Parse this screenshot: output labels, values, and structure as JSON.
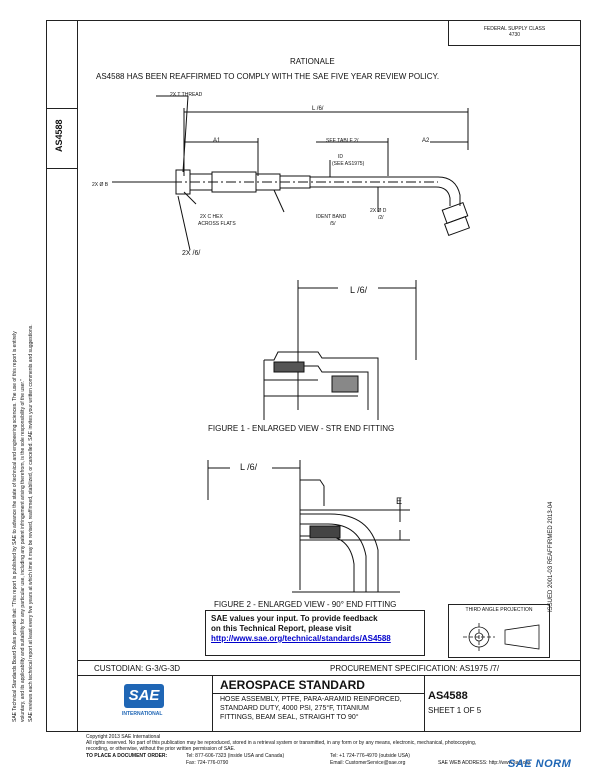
{
  "header": {
    "fed_class": "FEDERAL SUPPLY CLASS",
    "fed_class_num": "4730",
    "rationale_title": "RATIONALE",
    "rationale_text": "AS4588 HAS BEEN REAFFIRMED TO COMPLY WITH THE SAE FIVE YEAR REVIEW POLICY."
  },
  "side": {
    "doc_number": "AS4588",
    "disclaimer_line1": "SAE Technical Standards Board Rules provide that: \"This report is published by SAE to advance the state of technical and engineering sciences. The use of this report is entirely",
    "disclaimer_line2": "voluntary, and its applicability and suitability for any particular use, including any patent infringement arising therefrom, is the sole responsibility of the user.\"",
    "disclaimer_line3": "SAE reviews each technical report at least every five years at which time it may be revised, reaffirmed, stabilized, or cancelled. SAE invites your written comments and suggestions.",
    "issue_dates": "ISSUED 2001-03     REAFFIRMED 2013-04"
  },
  "drawing": {
    "labels": {
      "thread": "2X  T  THREAD",
      "length": "L  /6/",
      "a1": "A1",
      "see_table": "SEE TABLE 2/",
      "a2": "A2",
      "id_see": "ID",
      "id_see2": "(SEE AS1975)",
      "od_left": "2X  Ø  B",
      "hex": "2X  C  HEX",
      "hex2": "ACROSS FLATS",
      "ident_band": "IDENT BAND",
      "ident_band2": "/5/",
      "od_right": "2X  Ø  D",
      "od_right2": "/2/",
      "two_x6": "2X /6/",
      "l6_fig1": "L  /6/",
      "l6_fig2": "L  /6/",
      "e": "E"
    },
    "figure1_caption": "FIGURE 1 - ENLARGED VIEW - STR END FITTING",
    "figure2_caption": "FIGURE 2 - ENLARGED VIEW - 90° END FITTING"
  },
  "feedback": {
    "line1": "SAE values your input. To provide feedback",
    "line2": "on this Technical Report, please visit",
    "link": "http://www.sae.org/technical/standards/AS4588"
  },
  "projection": {
    "label": "THIRD ANGLE PROJECTION"
  },
  "titleblock": {
    "custodian": "CUSTODIAN: G-3/G-3D",
    "procurement": "PROCUREMENT SPECIFICATION: AS1975 /7/",
    "logo_text": "SAE",
    "logo_sub": "INTERNATIONAL",
    "standard": "AEROSPACE STANDARD",
    "desc1": "HOSE ASSEMBLY, PTFE, PARA-ARAMID REINFORCED,",
    "desc2": "STANDARD DUTY, 4000 PSI, 275°F, TITANIUM",
    "desc3": "FITTINGS, BEAM SEAL, STRAIGHT TO 90°",
    "doc_number": "AS4588",
    "sheet": "SHEET 1 OF 5"
  },
  "footer": {
    "copyright": "Copyright 2013 SAE International",
    "rights1": "All rights reserved. No part of this publication may be reproduced, stored in a retrieval system or transmitted, in any form or by any means, electronic, mechanical, photocopying,",
    "rights2": "recording, or otherwise, without the prior written permission of SAE.",
    "order_label": "TO PLACE A DOCUMENT ORDER:",
    "tel1": "Tel: 877-606-7323 (inside USA and Canada)",
    "tel2": "Tel: +1 724-776-4970 (outside USA)",
    "fax": "Fax: 724-776-0790",
    "email": "Email: CustomerService@sae.org",
    "web": "SAE WEB ADDRESS: http://www.sae.org"
  },
  "watermark": {
    "text": "SAE NORM"
  }
}
